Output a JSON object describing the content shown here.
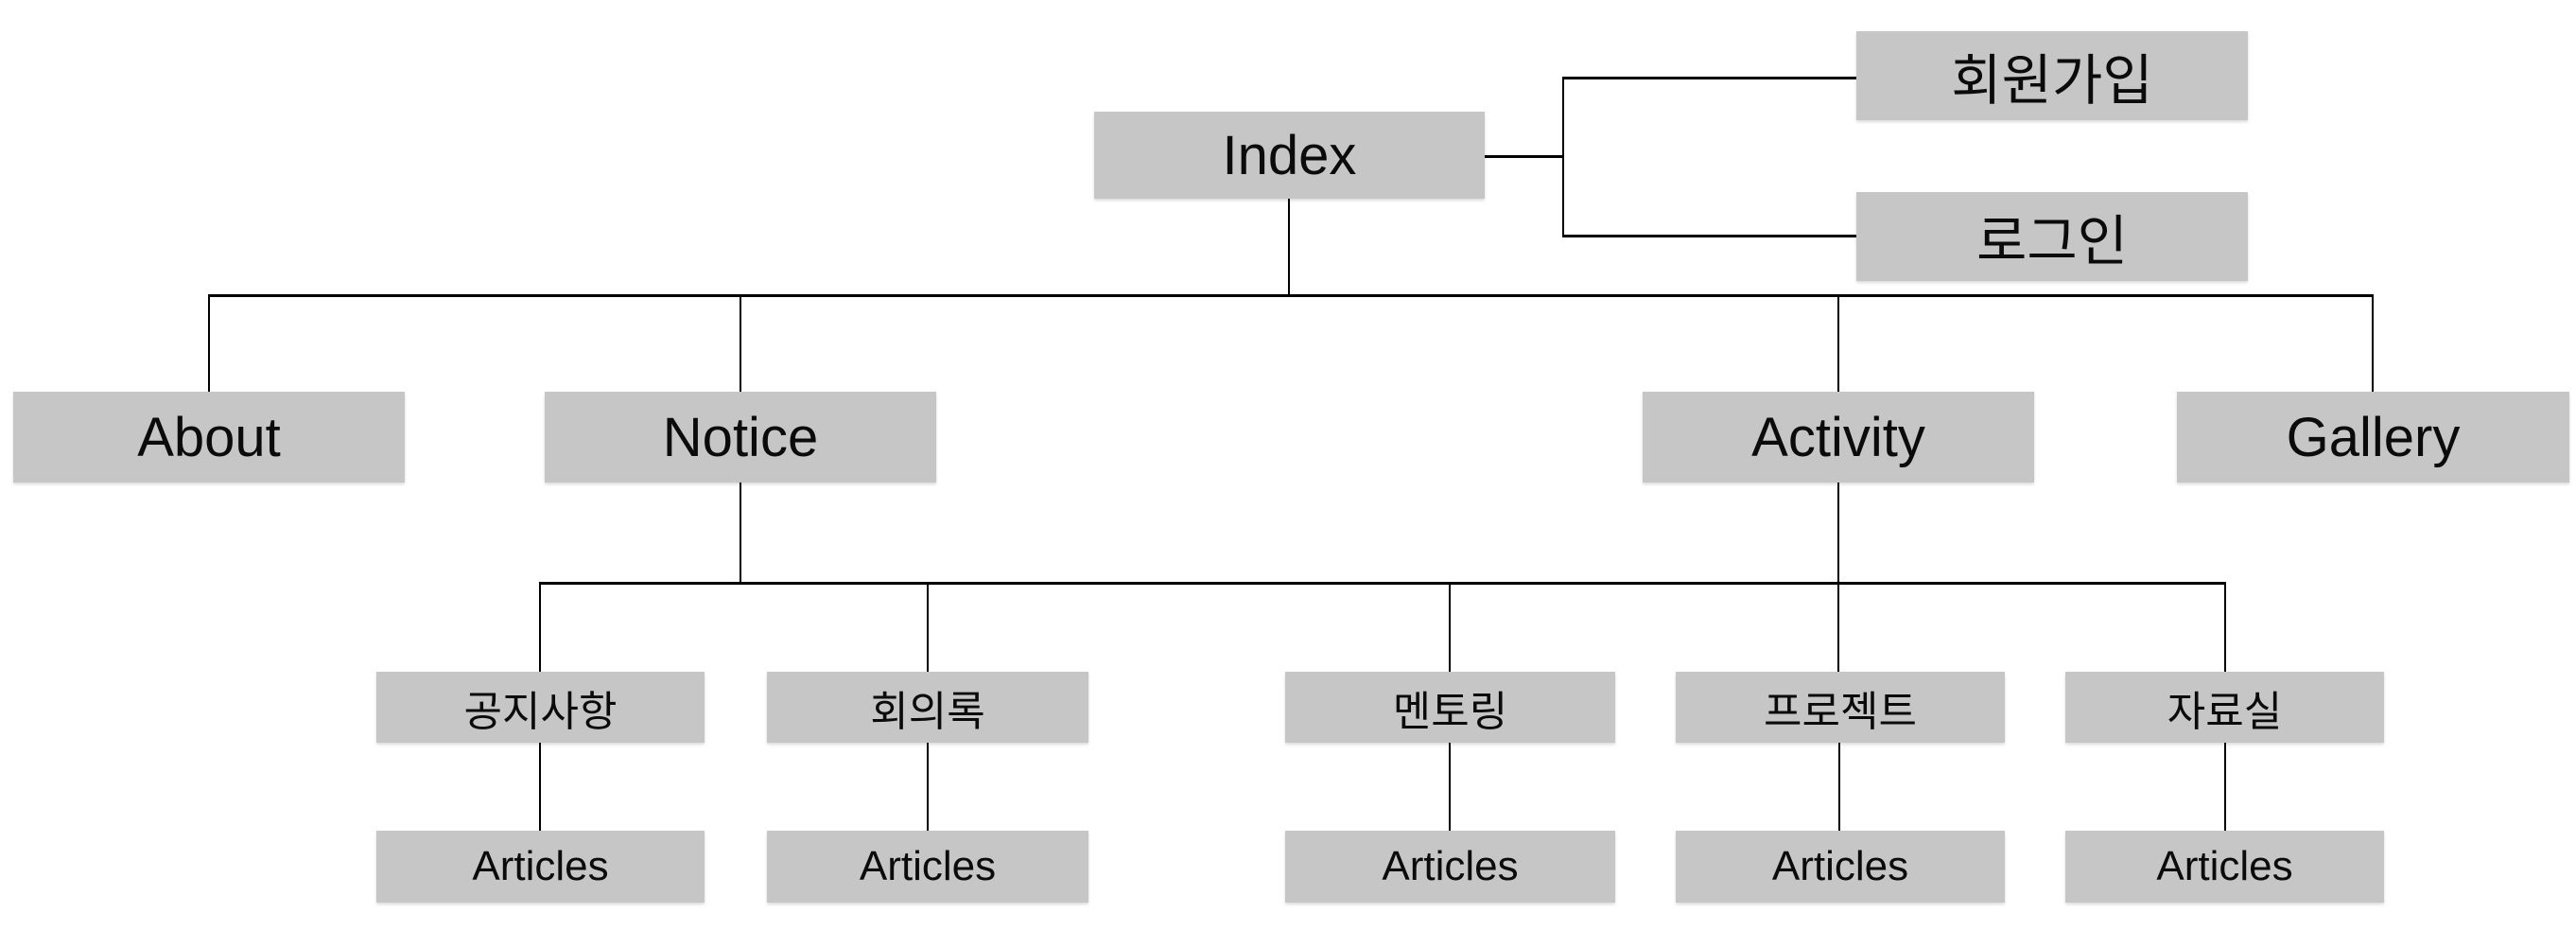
{
  "sitemap": {
    "root": {
      "label": "Index"
    },
    "auth_pages": [
      {
        "label": "회원가입"
      },
      {
        "label": "로그인"
      }
    ],
    "sections": [
      {
        "label": "About"
      },
      {
        "label": "Notice"
      },
      {
        "label": "Activity"
      },
      {
        "label": "Gallery"
      }
    ],
    "boards": [
      {
        "label": "공지사항",
        "parent": "Notice"
      },
      {
        "label": "회의록",
        "parent": "Notice"
      },
      {
        "label": "멘토링",
        "parent": "Activity"
      },
      {
        "label": "프로젝트",
        "parent": "Activity"
      },
      {
        "label": "자료실",
        "parent": "Activity"
      }
    ],
    "articles": [
      {
        "label": "Articles"
      },
      {
        "label": "Articles"
      },
      {
        "label": "Articles"
      },
      {
        "label": "Articles"
      },
      {
        "label": "Articles"
      }
    ],
    "colors": {
      "background": "#ffffff",
      "box_fill": "#c6c6c6",
      "line": "#000000",
      "text": "#0b0b0b"
    }
  }
}
